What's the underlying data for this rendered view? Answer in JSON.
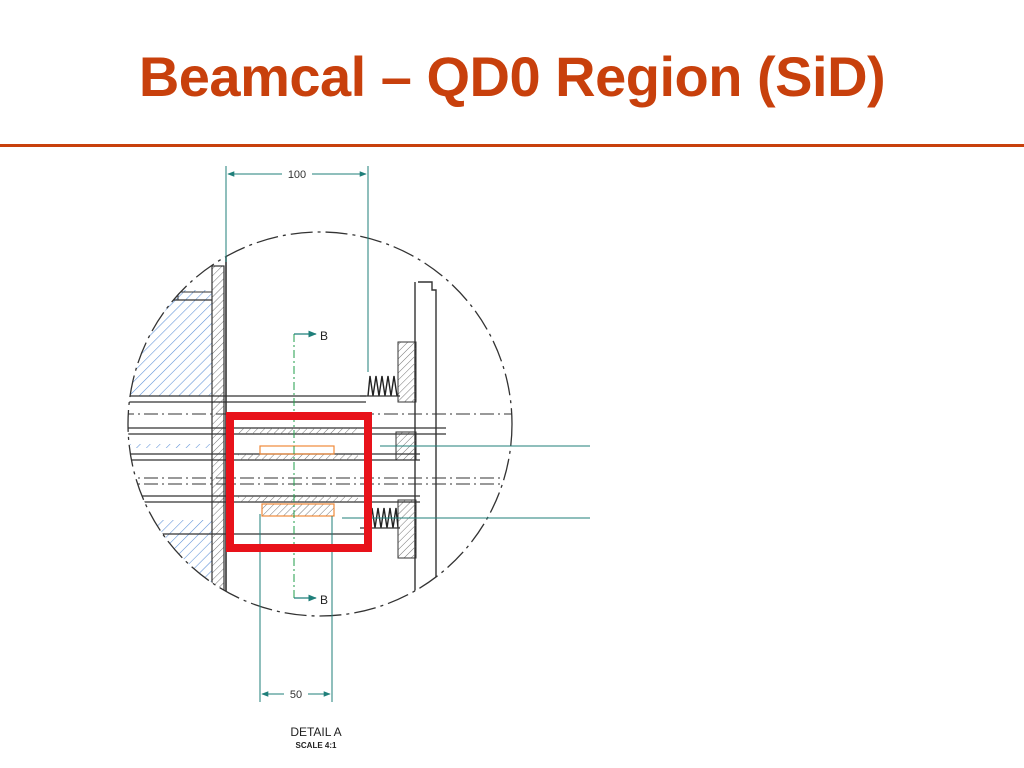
{
  "slide": {
    "title": "Beamcal – QD0 Region (SiD)"
  },
  "drawing": {
    "dimension_top": "100",
    "dimension_bottom": "50",
    "section_marker_top": "B",
    "section_marker_bottom": "B",
    "detail_title": "DETAIL A",
    "detail_scale": "SCALE 4:1"
  },
  "colors": {
    "title": "#c8400c",
    "rule": "#c8400c",
    "highlight": "#e8121a",
    "dimension": "#1f7f7a",
    "hatch_blue": "#5b8fd6",
    "ink": "#333333",
    "orange_part": "#f08a3a"
  }
}
